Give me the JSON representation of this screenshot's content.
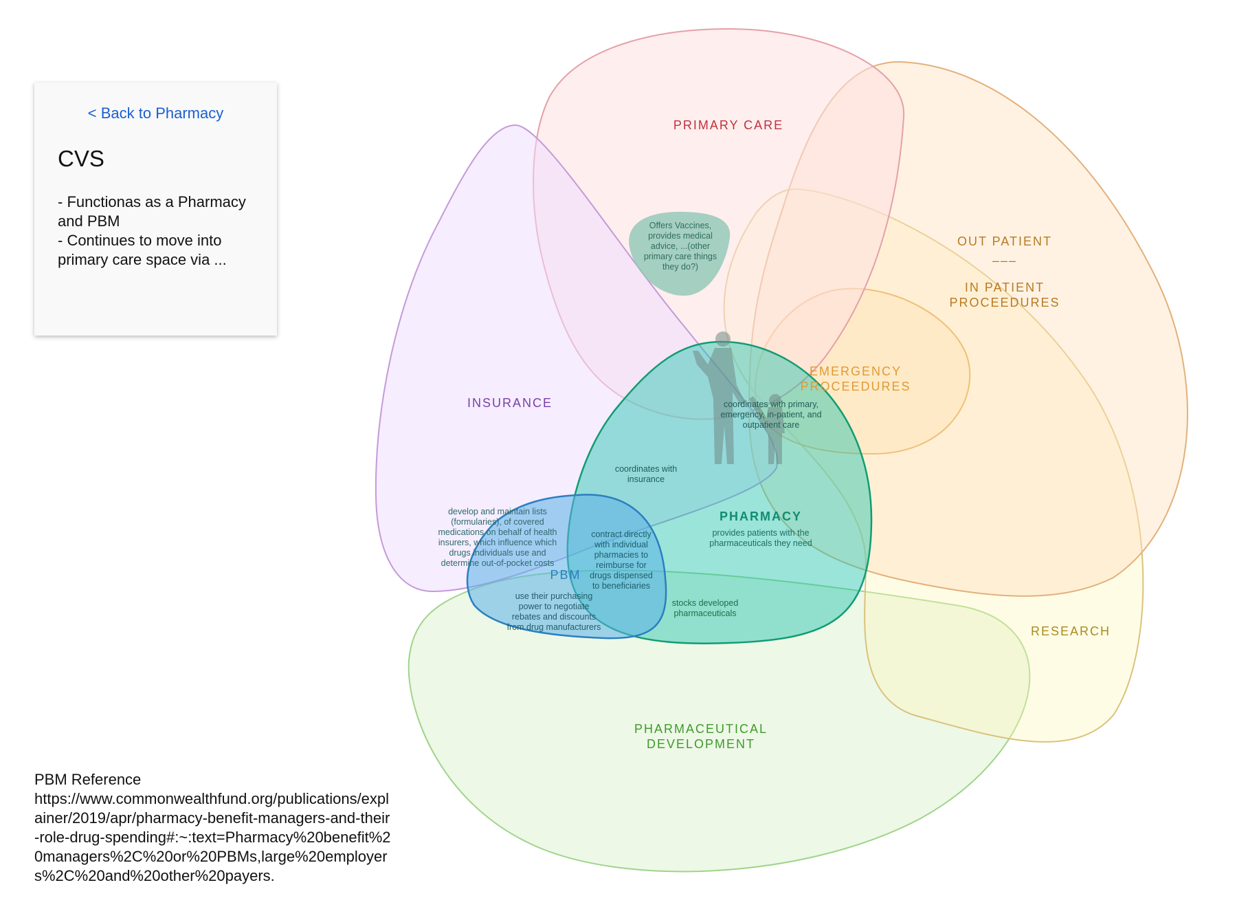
{
  "card": {
    "back_link": "< Back to Pharmacy",
    "title": "CVS",
    "notes": [
      "- Functionas as a Pharmacy and PBM",
      "- Continues to move into primary care space via ..."
    ]
  },
  "reference": {
    "heading": "PBM Reference",
    "url": "https://www.commonwealthfund.org/publications/explainer/2019/apr/pharmacy-benefit-managers-and-their-role-drug-spending#:~:text=Pharmacy%20benefit%20managers%2C%20or%20PBMs,large%20employers%2C%20and%20other%20payers."
  },
  "regions": {
    "primary_care": {
      "label": "PRIMARY CARE",
      "color": "#c0303c"
    },
    "out_patient": {
      "label": "OUT PATIENT",
      "color": "#b87a22"
    },
    "separator": "–––",
    "in_patient": {
      "lines": [
        "IN PATIENT",
        "PROCEEDURES"
      ],
      "color": "#b87a22"
    },
    "emergency": {
      "lines": [
        "EMERGENCY",
        "PROCEEDURES"
      ],
      "color": "#e09a35"
    },
    "insurance": {
      "label": "INSURANCE",
      "color": "#7b3fa6"
    },
    "pharmacy": {
      "label": "PHARMACY",
      "color": "#138c6e"
    },
    "pbm": {
      "label": "PBM",
      "color": "#2a7fc0"
    },
    "research": {
      "label": "RESEARCH",
      "color": "#a88b20"
    },
    "pharma_dev": {
      "lines": [
        "PHARMACEUTICAL",
        "DEVELOPMENT"
      ],
      "color": "#3f9a2a"
    }
  },
  "annotations": {
    "vaccines": [
      "Offers Vaccines,",
      "provides medical",
      "advice, ...(other",
      "primary care things",
      "they do?)"
    ],
    "coordinates_care": [
      "coordinates with primary,",
      "emergency, in-patient, and",
      "outpatient care"
    ],
    "coordinates_insurance": [
      "coordinates with",
      "insurance"
    ],
    "formularies": [
      "develop and maintain lists",
      "(formularies), of covered",
      "medications on behalf of health",
      "insurers, which influence which",
      "drugs individuals use and",
      "determine out-of-pocket costs"
    ],
    "contract": [
      "contract directly",
      "with individual",
      "pharmacies to",
      "reimburse for",
      "drugs dispensed",
      "to beneficiaries"
    ],
    "provides": [
      "provides patients with the",
      "pharmaceuticals they need"
    ],
    "purchasing": [
      "use their purchasing",
      "power to negotiate",
      "rebates and discounts",
      "from drug manufacturers"
    ],
    "stocks": [
      "stocks developed",
      "pharmaceuticals"
    ]
  }
}
